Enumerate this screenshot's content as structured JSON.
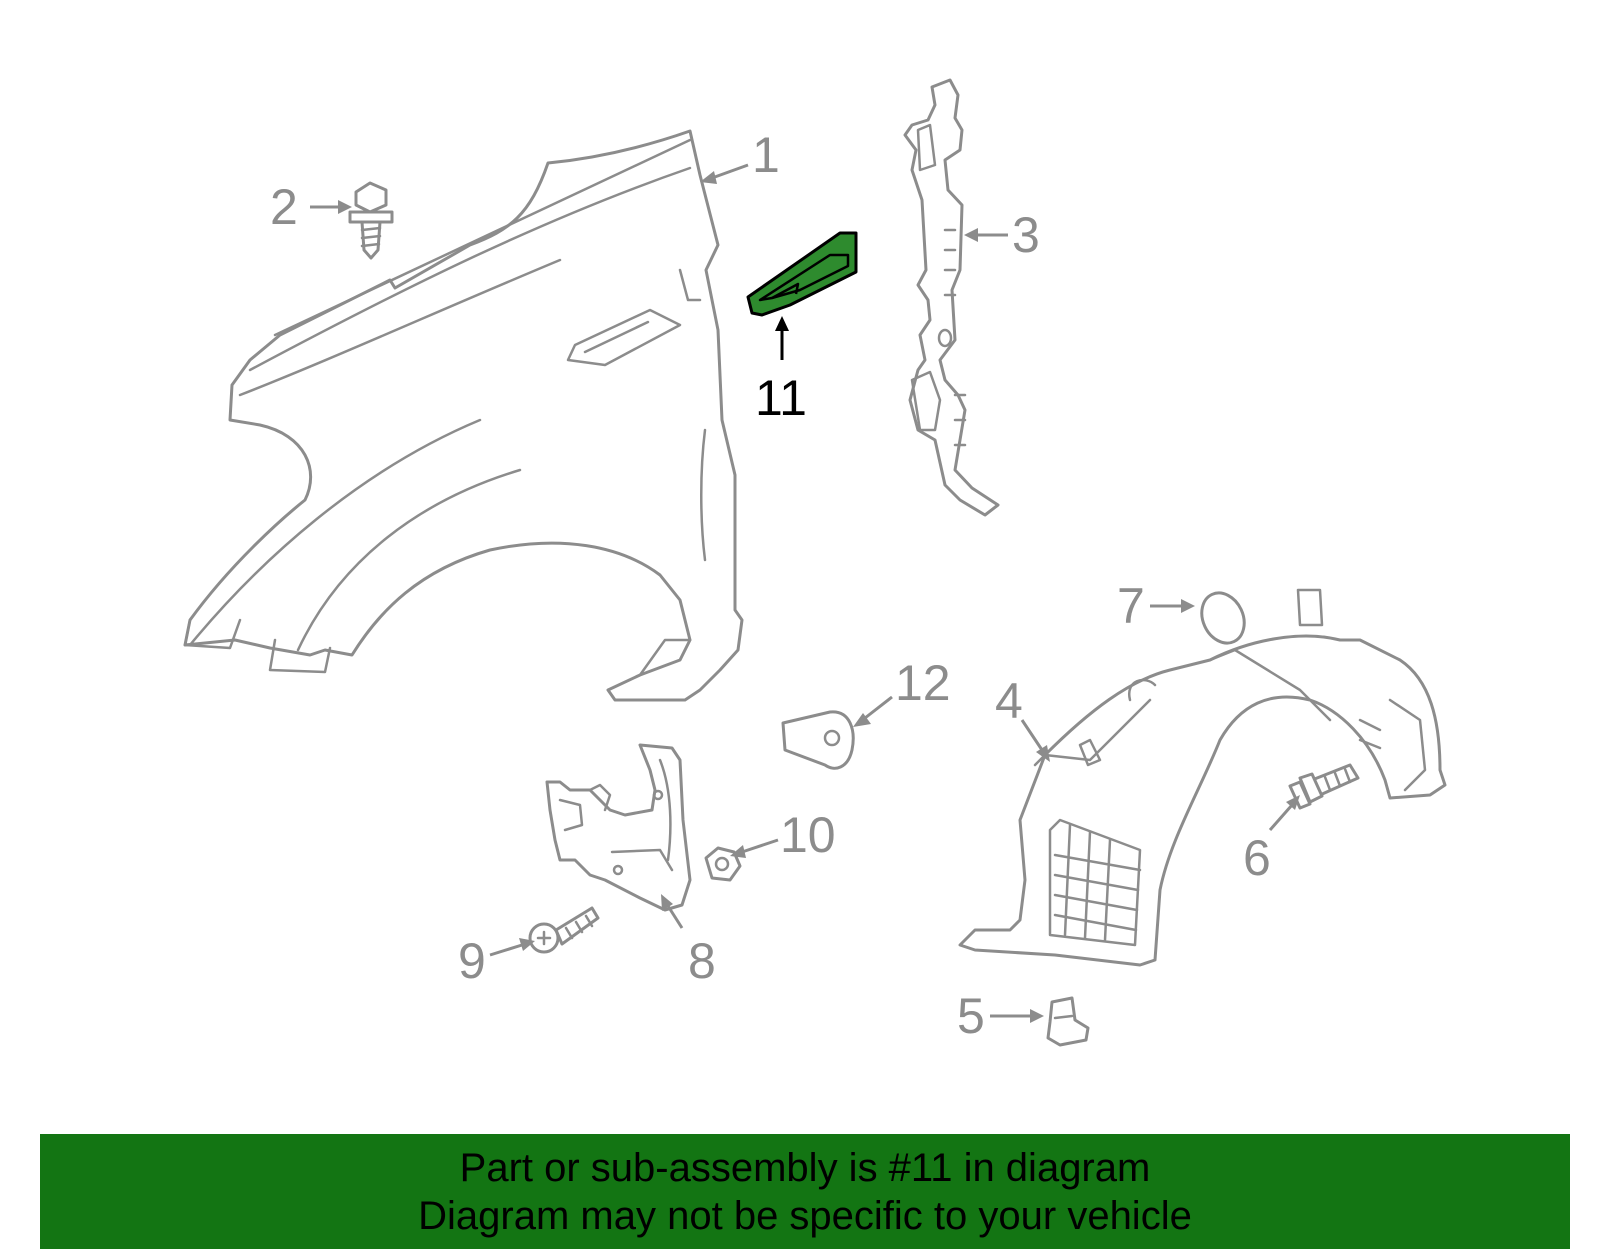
{
  "diagram": {
    "callouts": [
      "1",
      "2",
      "3",
      "4",
      "5",
      "6",
      "7",
      "8",
      "9",
      "10",
      "11",
      "12"
    ],
    "highlighted_callout": "11",
    "highlight_color": "#2e8b2e",
    "line_color": "#8c8c8c"
  },
  "banner": {
    "line1": "Part or sub-assembly is #11 in diagram",
    "line2": "Diagram may not be specific to your vehicle",
    "background": "#137513"
  }
}
